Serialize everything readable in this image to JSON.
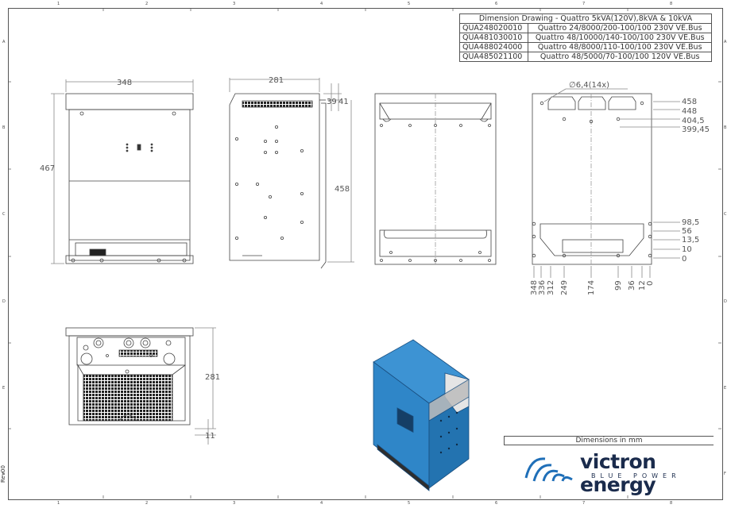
{
  "title_table": {
    "heading": "Dimension Drawing - Quattro 5kVA(120V),8kVA & 10kVA",
    "rows": [
      {
        "code": "QUA248020010",
        "model": "Quattro 24/8000/200-100/100 230V VE.Bus"
      },
      {
        "code": "QUA481030010",
        "model": "Quattro 48/10000/140-100/100 230V VE.Bus"
      },
      {
        "code": "QUA488024000",
        "model": "Quattro 48/8000/110-100/100 230V VE.Bus"
      },
      {
        "code": "QUA485021100",
        "model": "Quattro 48/5000/70-100/100 120V VE.Bus"
      }
    ]
  },
  "grid_refs": {
    "columns": [
      "1",
      "2",
      "3",
      "4",
      "5",
      "6",
      "7",
      "8"
    ],
    "rows": [
      "A",
      "B",
      "C",
      "D",
      "E",
      "F"
    ]
  },
  "front_view": {
    "width": "348",
    "height": "467"
  },
  "side_view": {
    "depth": "281",
    "top_a": "39",
    "top_b": "41",
    "height": "458"
  },
  "back_view": {
    "hole_label": "∅6,4(14x)",
    "right_dims": [
      "458",
      "448",
      "404,5",
      "399,45",
      "98,5",
      "56",
      "13,5",
      "10",
      "0"
    ],
    "bottom_dims": [
      "348",
      "336",
      "312",
      "249",
      "174",
      "99",
      "36",
      "12",
      "0"
    ]
  },
  "bottom_view": {
    "depth": "281",
    "foot": "11"
  },
  "footer": {
    "units": "Dimensions in mm",
    "brand": "victron energy",
    "tagline": "BLUE POWER",
    "revision": "Rev00"
  },
  "colors": {
    "line": "#555555",
    "product_blue": "#2f86c8",
    "logo_blue": "#1f6fb8",
    "logo_text": "#1a2b4c"
  }
}
